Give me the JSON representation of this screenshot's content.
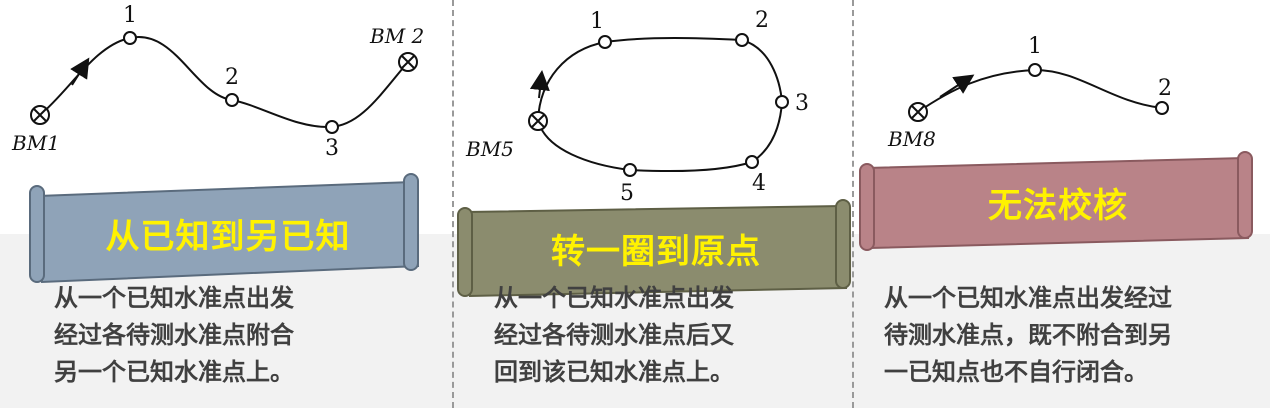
{
  "panels": [
    {
      "title": "从已知到另已知",
      "title_bg": "#8fa3b8",
      "description": [
        "从一个已知水准点出发",
        "经过各待测水准点附合",
        "另一个已知水准点上。"
      ],
      "diagram": {
        "benchmarks": [
          "BM1",
          "BM 2"
        ],
        "points": [
          "1",
          "2",
          "3"
        ]
      }
    },
    {
      "title": "转一圈到原点",
      "title_bg": "#8b8c6e",
      "description": [
        "从一个已知水准点出发",
        "经过各待测水准点后又",
        "回到该已知水准点上。"
      ],
      "diagram": {
        "benchmarks": [
          "BM5"
        ],
        "points": [
          "1",
          "2",
          "3",
          "4",
          "5"
        ]
      }
    },
    {
      "title": "无法校核",
      "title_bg": "#b98388",
      "description": [
        "从一个已知水准点出发经过",
        "待测水准点，既不附合到另",
        "一已知点也不自行闭合。"
      ],
      "diagram": {
        "benchmarks": [
          "BM8"
        ],
        "points": [
          "1",
          "2"
        ]
      }
    }
  ]
}
